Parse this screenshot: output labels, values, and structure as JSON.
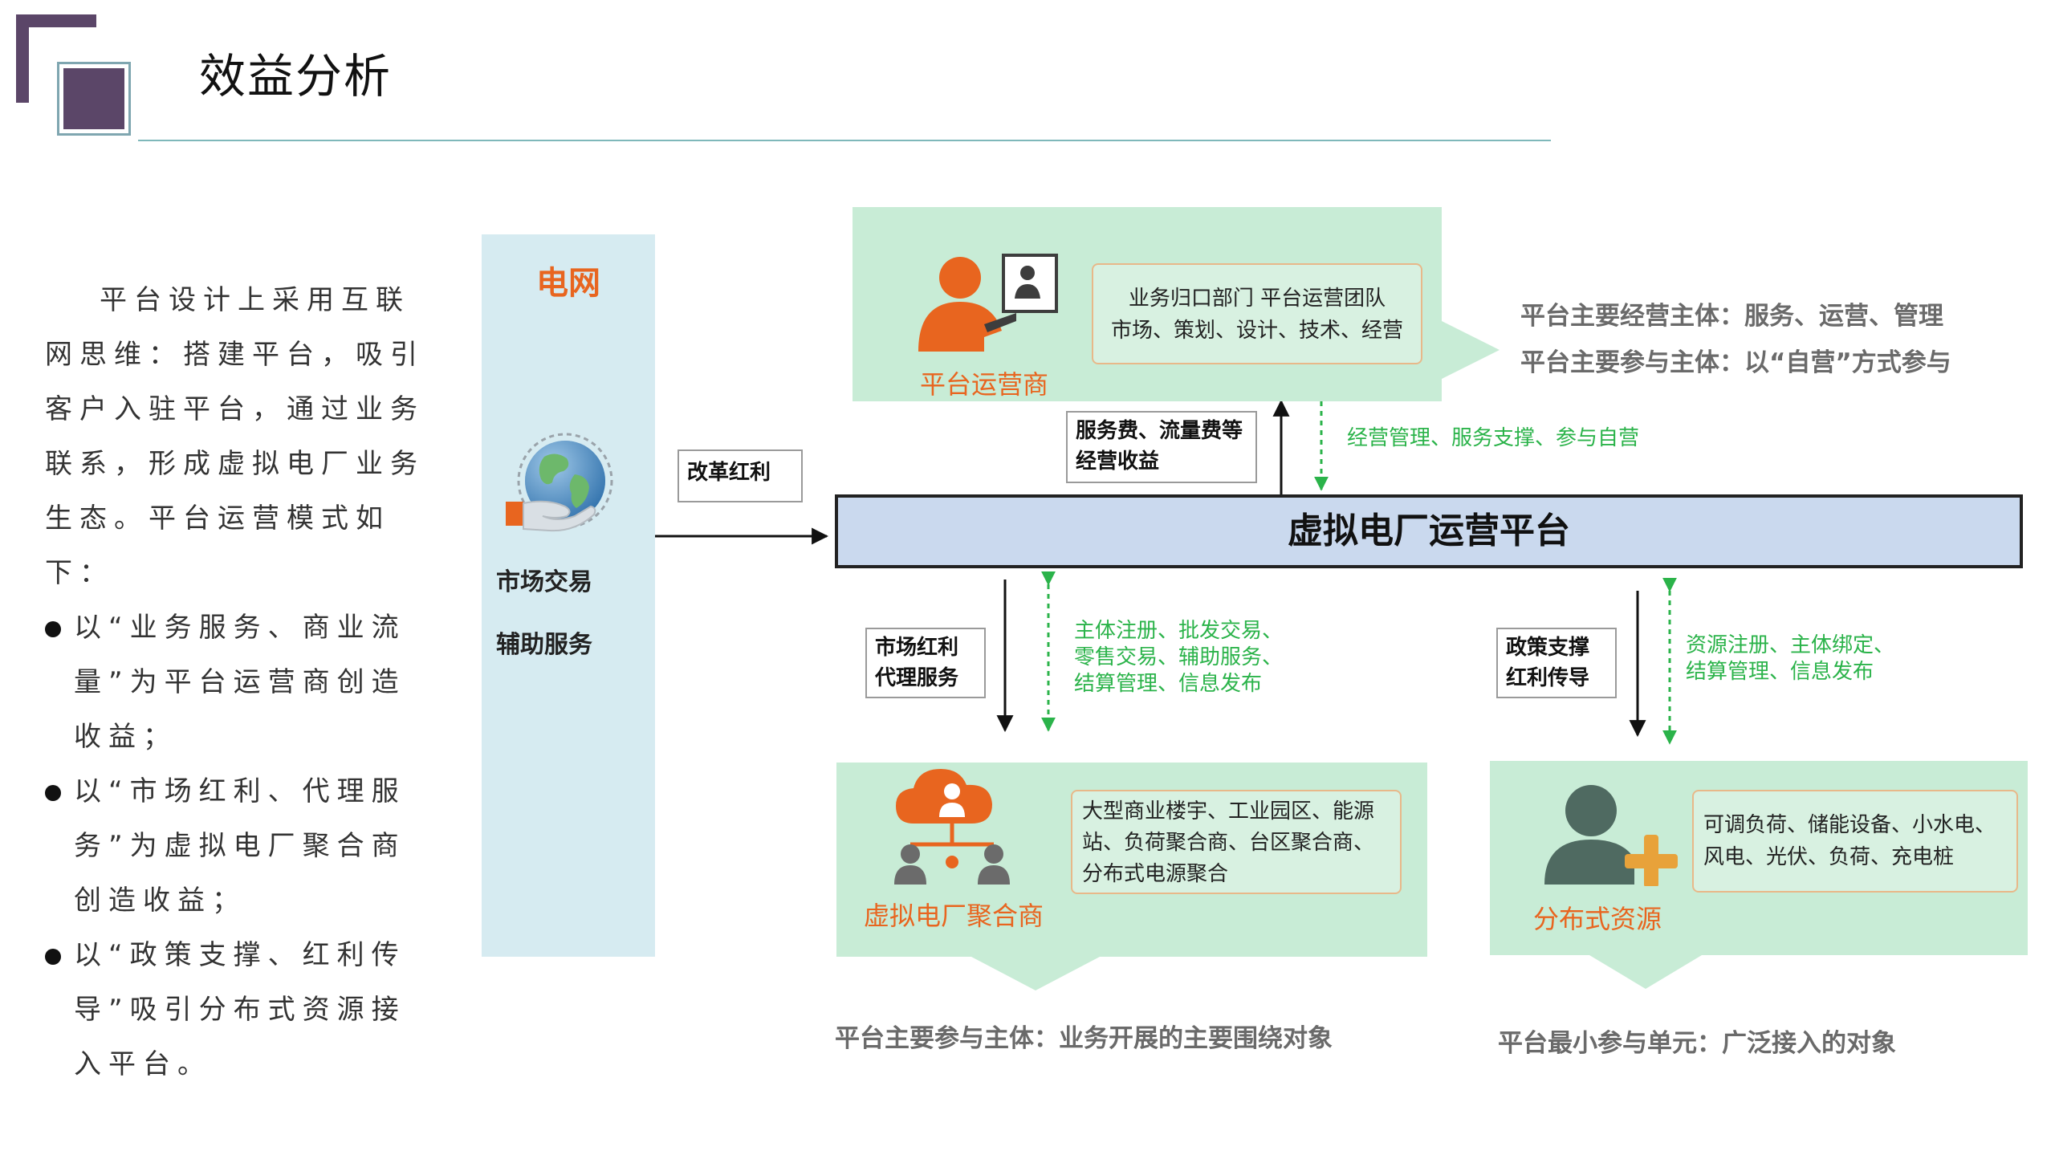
{
  "header": {
    "title": "效益分析"
  },
  "intro": {
    "paragraph": "平台设计上采用互联网思维：搭建平台，吸引客户入驻平台，通过业务联系，形成虚拟电厂业务生态。平台运营模式如下：",
    "bullets": [
      "以“业务服务、商业流量”为平台运营商创造收益；",
      "以“市场红利、代理服务”为虚拟电厂聚合商创造收益；",
      "以“政策支撑、红利传导”吸引分布式资源接入平台。"
    ]
  },
  "grid": {
    "title": "电网",
    "line1": "市场交易",
    "line2": "辅助服务",
    "icon": "globe-hand-icon"
  },
  "labels": {
    "reform": "改革红利",
    "fees_line1": "服务费、流量费等",
    "fees_line2": "经营收益",
    "market_line1": "市场红利",
    "market_line2": "代理服务",
    "policy_line1": "政策支撑",
    "policy_line2": "红利传导"
  },
  "operator": {
    "name": "平台运营商",
    "box_line1": "业务归口部门  平台运营团队",
    "box_line2": "市场、策划、设计、技术、经营",
    "note1": "平台主要经营主体：服务、运营、管理",
    "note2": "平台主要参与主体：以“自营”方式参与",
    "icon": "presenter-icon"
  },
  "green": {
    "operator_flow": "经营管理、服务支撑、参与自营",
    "aggregator_flow": [
      "主体注册、批发交易、",
      "零售交易、辅助服务、",
      "结算管理、信息发布"
    ],
    "resource_flow": [
      "资源注册、主体绑定、",
      "结算管理、信息发布"
    ]
  },
  "platform": {
    "name": "虚拟电厂运营平台"
  },
  "aggregator": {
    "name": "虚拟电厂聚合商",
    "box_lines": [
      "大型商业楼宇、工业园区、能源",
      "站、负荷聚合商、台区聚合商、",
      "分布式电源聚合"
    ],
    "note": "平台主要参与主体：业务开展的主要围绕对象",
    "icon": "cloud-network-icon"
  },
  "resource": {
    "name": "分布式资源",
    "box_lines": [
      "可调负荷、储能设备、小水电、",
      "风电、光伏、负荷、充电桩"
    ],
    "note": "平台最小参与单元：广泛接入的对象",
    "icon": "user-add-icon"
  },
  "colors": {
    "accent_orange": "#e8651f",
    "panel_green": "#c8ecd6",
    "platform_blue": "#cad9ee",
    "flow_green": "#2bb34a",
    "logo_purple": "#5b4668"
  }
}
